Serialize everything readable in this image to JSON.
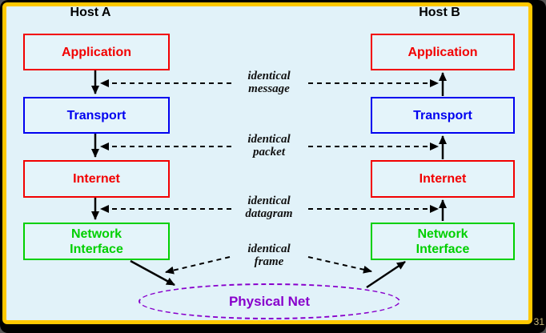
{
  "page": {
    "number": "31"
  },
  "hosts": {
    "a": "Host A",
    "b": "Host B"
  },
  "layers": [
    {
      "label": "Application"
    },
    {
      "label": "Transport"
    },
    {
      "label": "Internet"
    },
    {
      "label": "Network Interface"
    }
  ],
  "annotations": [
    {
      "line1": "identical",
      "line2": "message"
    },
    {
      "line1": "identical",
      "line2": "packet"
    },
    {
      "line1": "identical",
      "line2": "datagram"
    },
    {
      "line1": "identical",
      "line2": "frame"
    }
  ],
  "physical_net": {
    "label": "Physical Net"
  },
  "colors": {
    "outer_border": "#000000",
    "frame_border": "#ffc800",
    "background": "#e1f2f9",
    "application_box": "#f20000",
    "transport_box": "#0000f0",
    "internet_box": "#f20000",
    "network_interface_box": "#00d000",
    "physical_net": "#8800cc",
    "connector": "#000000",
    "page_number": "#c8b878"
  }
}
